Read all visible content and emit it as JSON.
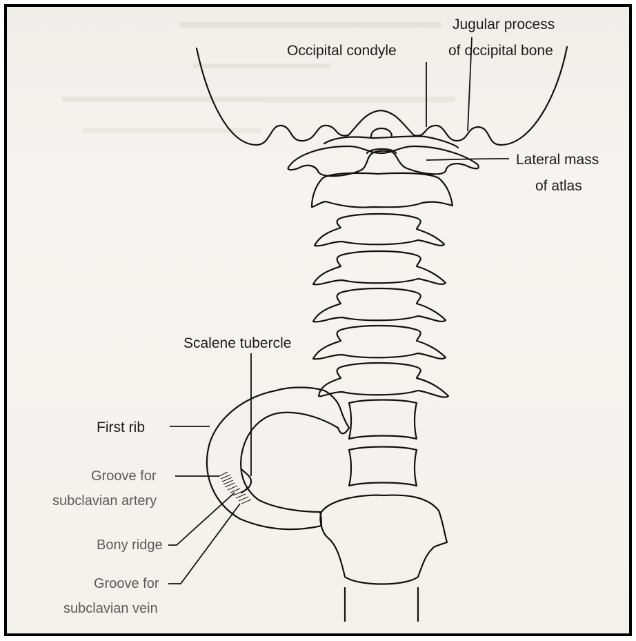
{
  "labels": {
    "occipital_condyle": "Occipital condyle",
    "jugular_process_line1": "Jugular process",
    "jugular_process_line2": "of occipital bone",
    "lateral_mass_line1": "Lateral mass",
    "lateral_mass_line2": "of atlas",
    "scalene_tubercle": "Scalene tubercle",
    "first_rib": "First rib",
    "groove_artery_line1": "Groove for",
    "groove_artery_line2": "subclavian artery",
    "bony_ridge": "Bony ridge",
    "groove_vein_line1": "Groove for",
    "groove_vein_line2": "subclavian vein"
  },
  "colors": {
    "frame": "#000000",
    "paper": "#f4f2ee",
    "ink": "#111111"
  }
}
